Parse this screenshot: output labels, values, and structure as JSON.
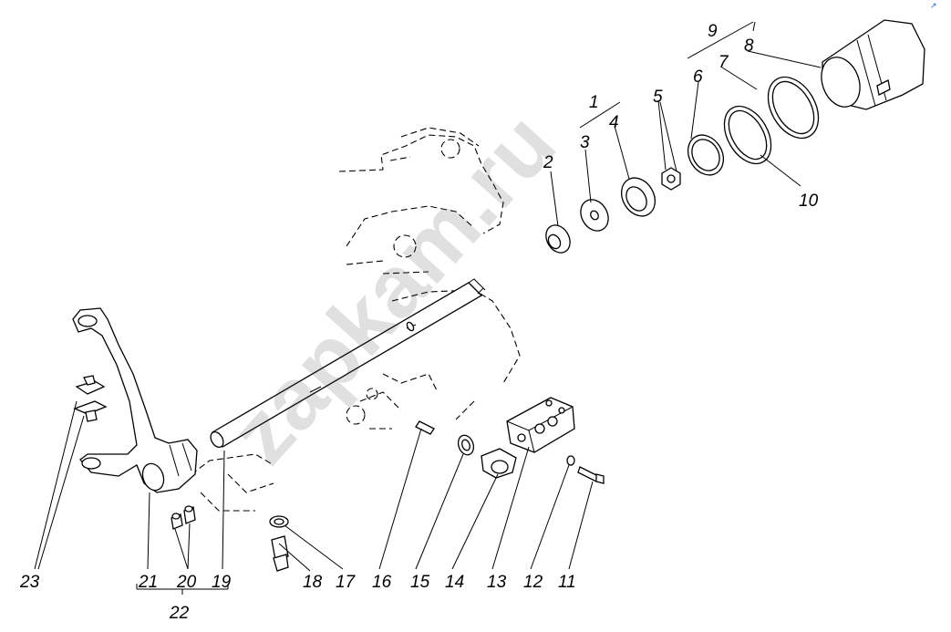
{
  "watermark": "zapkam.ru",
  "callouts": {
    "c1": "1",
    "c2": "2",
    "c3": "3",
    "c4": "4",
    "c5": "5",
    "c6": "6",
    "c7": "7",
    "c8": "8",
    "c9": "9",
    "c10": "10",
    "c11": "11",
    "c12": "12",
    "c13": "13",
    "c14": "14",
    "c15": "15",
    "c16": "16",
    "c17": "17",
    "c18": "18",
    "c19": "19",
    "c20": "20",
    "c21": "21",
    "c22": "22",
    "c23": "23"
  },
  "colors": {
    "line": "#000000",
    "background": "#ffffff",
    "watermark": "#3c3c3c",
    "corner_mark": "#2a62c9"
  },
  "icons": {
    "corner_mark": "link-arrow-icon"
  }
}
